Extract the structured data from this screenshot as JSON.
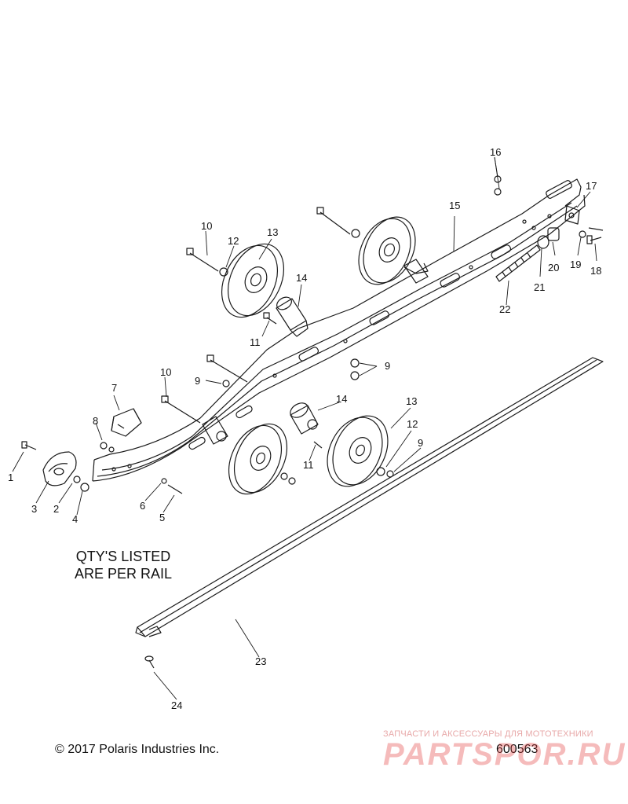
{
  "callouts": [
    {
      "n": "16"
    },
    {
      "n": "17"
    },
    {
      "n": "15"
    },
    {
      "n": "10"
    },
    {
      "n": "12"
    },
    {
      "n": "13"
    },
    {
      "n": "14"
    },
    {
      "n": "11"
    },
    {
      "n": "20"
    },
    {
      "n": "19"
    },
    {
      "n": "18"
    },
    {
      "n": "21"
    },
    {
      "n": "22"
    },
    {
      "n": "9"
    },
    {
      "n": "10"
    },
    {
      "n": "9"
    },
    {
      "n": "7"
    },
    {
      "n": "8"
    },
    {
      "n": "14"
    },
    {
      "n": "13"
    },
    {
      "n": "12"
    },
    {
      "n": "9"
    },
    {
      "n": "11"
    },
    {
      "n": "1"
    },
    {
      "n": "3"
    },
    {
      "n": "2"
    },
    {
      "n": "4"
    },
    {
      "n": "6"
    },
    {
      "n": "5"
    },
    {
      "n": "23"
    },
    {
      "n": "24"
    }
  ],
  "note": {
    "line1": "QTY'S LISTED",
    "line2": "ARE PER RAIL"
  },
  "footer": {
    "copyright": "© 2017 Polaris Industries Inc.",
    "part_number": "600563"
  },
  "watermark": {
    "tagline": "ЗАПЧАСТИ И АКСЕССУАРЫ ДЛЯ МОТОТЕХНИКИ",
    "logo_text": "PARTSPOR.RU"
  },
  "colors": {
    "line": "#1a1a1a",
    "background": "#ffffff",
    "watermark": "#e05050"
  }
}
